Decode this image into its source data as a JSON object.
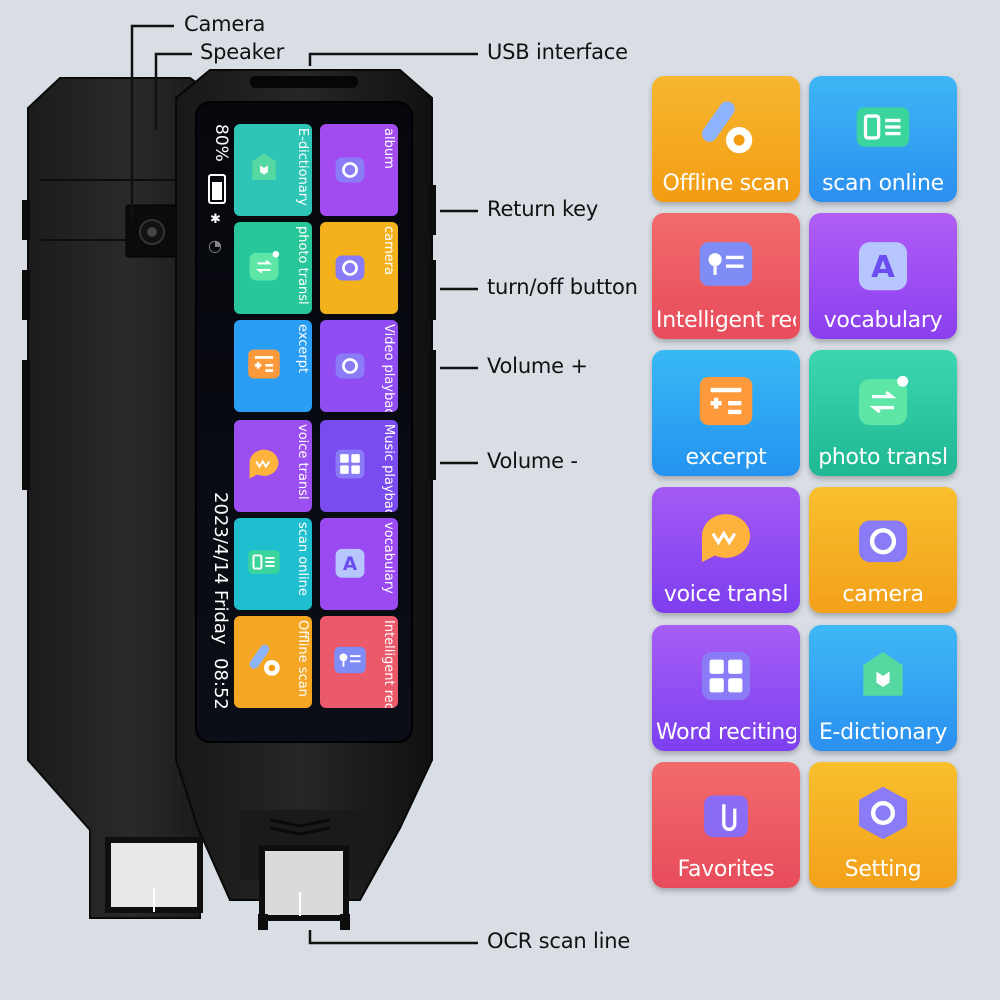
{
  "callouts": {
    "camera": "Camera",
    "speaker": "Speaker",
    "usb": "USB interface",
    "return_key": "Return key",
    "power": "turn/off button",
    "volume_up": "Volume +",
    "volume_down": "Volume -",
    "ocr": "OCR scan line"
  },
  "device_screen": {
    "battery": "80%",
    "date": "2023/4/14 Friday",
    "time": "08:52",
    "tiles": [
      {
        "label": "E-dictionary",
        "color": "#2ec4b6"
      },
      {
        "label": "album",
        "color": "#a24bf0"
      },
      {
        "label": "photo transl",
        "color": "#27c79a"
      },
      {
        "label": "camera",
        "color": "#f3b21c"
      },
      {
        "label": "excerpt",
        "color": "#2a9df4"
      },
      {
        "label": "Video playback",
        "color": "#8f4df2"
      },
      {
        "label": "voice transl",
        "color": "#9b4ff0"
      },
      {
        "label": "Music playback",
        "color": "#7a4cf0"
      },
      {
        "label": "scan online",
        "color": "#1fbfd0"
      },
      {
        "label": "vocabulary",
        "color": "#9a4af0"
      },
      {
        "label": "Offline scan",
        "color": "#f5a623"
      },
      {
        "label": "Intelligent rec",
        "color": "#ea5a6a"
      }
    ]
  },
  "app_grid": [
    {
      "label": "Offline scan",
      "icon": "pen-scan-icon",
      "color_top": "#f7b731",
      "color_bottom": "#f39c12"
    },
    {
      "label": "scan online",
      "icon": "scan-card-icon",
      "color_top": "#3fb6f5",
      "color_bottom": "#2a8ff0"
    },
    {
      "label": "Intelligent rec",
      "icon": "voice-card-icon",
      "color_top": "#f26b6b",
      "color_bottom": "#e74c5b"
    },
    {
      "label": "vocabulary",
      "icon": "letter-a-icon",
      "color_top": "#b05ef5",
      "color_bottom": "#8b3ff0"
    },
    {
      "label": "excerpt",
      "icon": "excerpt-icon",
      "color_top": "#38b9f5",
      "color_bottom": "#2493f0"
    },
    {
      "label": "photo transl",
      "icon": "photo-translate-icon",
      "color_top": "#3cd6b0",
      "color_bottom": "#1fb893"
    },
    {
      "label": "voice transl",
      "icon": "chat-bubble-icon",
      "color_top": "#a45bf5",
      "color_bottom": "#7e3ef0"
    },
    {
      "label": "camera",
      "icon": "camera-icon",
      "color_top": "#f8bf2e",
      "color_bottom": "#f3a11a"
    },
    {
      "label": "Word reciting",
      "icon": "grid-icon",
      "color_top": "#a65ef5",
      "color_bottom": "#7d3ff0"
    },
    {
      "label": "E-dictionary",
      "icon": "book-icon",
      "color_top": "#3fb8f5",
      "color_bottom": "#2a90f0"
    },
    {
      "label": "Favorites",
      "icon": "folder-clip-icon",
      "color_top": "#f26b6b",
      "color_bottom": "#e74c5b"
    },
    {
      "label": "Setting",
      "icon": "hex-gear-icon",
      "color_top": "#f8bf2e",
      "color_bottom": "#f3a11a"
    }
  ]
}
